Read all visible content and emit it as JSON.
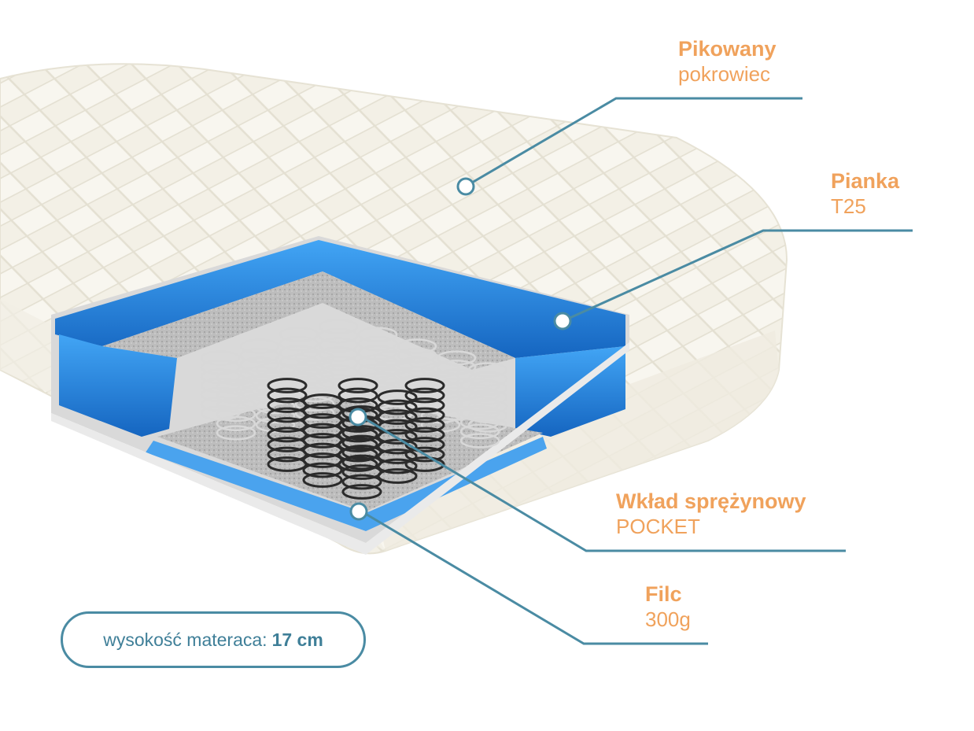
{
  "colors": {
    "accent": "#f0a25c",
    "line": "#4a8ba3",
    "foam_blue": "#1e88e5",
    "felt_grey": "#b8b8b8",
    "cover": "#f7f4ec"
  },
  "callouts": [
    {
      "title": "Pikowany",
      "subtitle": "pokrowiec"
    },
    {
      "title": "Pianka",
      "subtitle": "T25"
    },
    {
      "title": "Wkład sprężynowy",
      "subtitle": "POCKET"
    },
    {
      "title": "Filc",
      "subtitle": "300g"
    }
  ],
  "height_badge": {
    "label": "wysokość materaca:",
    "value": "17 cm"
  }
}
